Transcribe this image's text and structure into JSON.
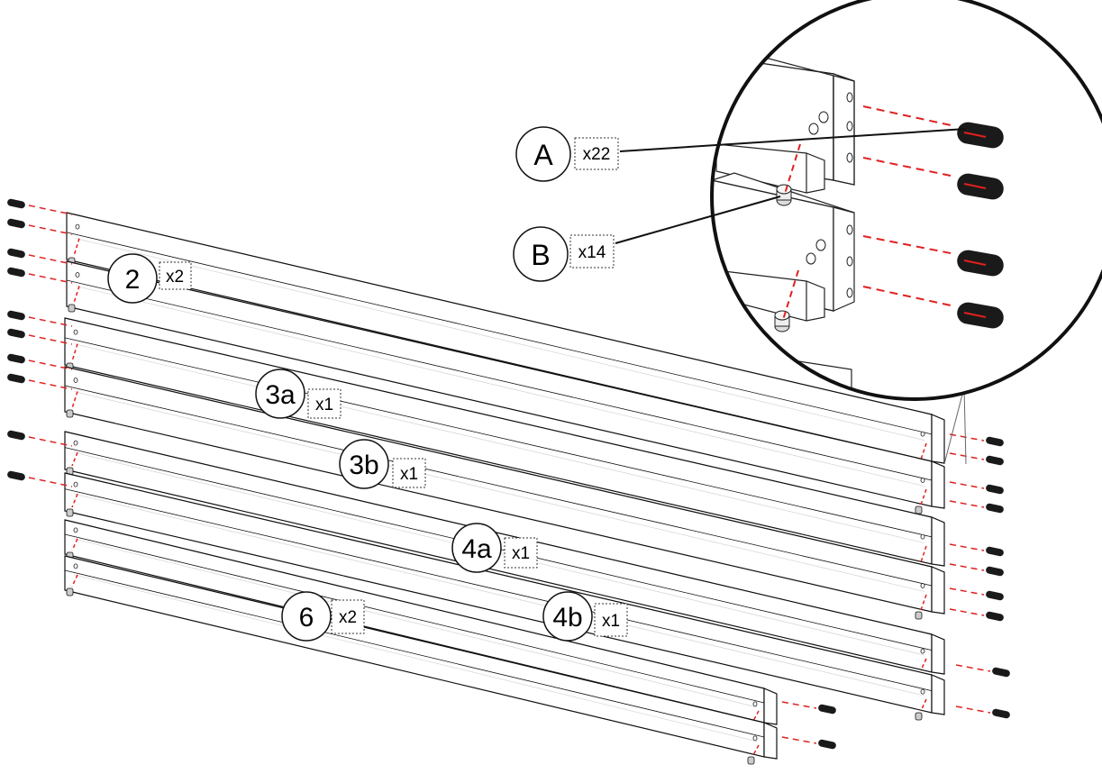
{
  "parts": [
    {
      "id": "2",
      "qty": "x2"
    },
    {
      "id": "3a",
      "qty": "x1"
    },
    {
      "id": "3b",
      "qty": "x1"
    },
    {
      "id": "4a",
      "qty": "x1"
    },
    {
      "id": "4b",
      "qty": "x1"
    },
    {
      "id": "6",
      "qty": "x2"
    }
  ],
  "hardware": [
    {
      "id": "A",
      "qty": "x22",
      "icon": "dowel-bolt-icon"
    },
    {
      "id": "B",
      "qty": "x14",
      "icon": "barrel-nut-icon"
    }
  ],
  "colors": {
    "outline": "#111111",
    "dash": "#e02020",
    "bolt": "#1a1a1a",
    "panel": "#ffffff",
    "panel_edge": "#d8d8d8"
  }
}
